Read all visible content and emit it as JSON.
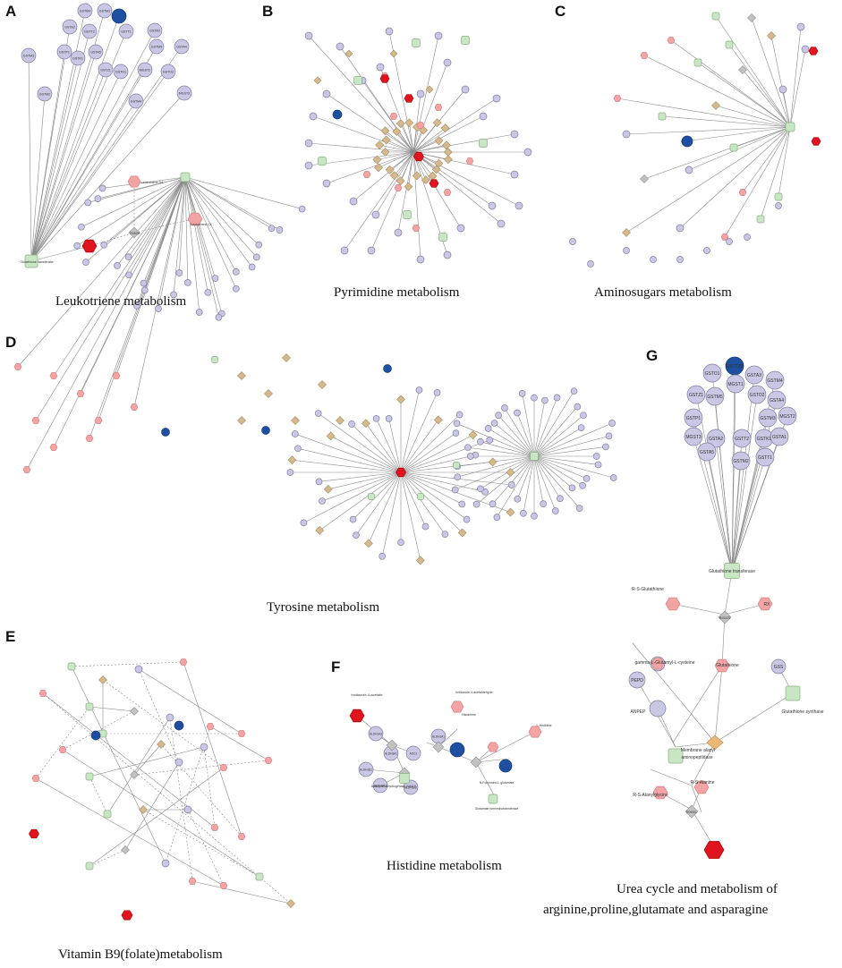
{
  "panels": [
    {
      "letter": "A",
      "caption": "Leukotriene metabolism"
    },
    {
      "letter": "B",
      "caption": "Pyrimidine metabolism"
    },
    {
      "letter": "C",
      "caption": "Aminosugars metabolism"
    },
    {
      "letter": "D",
      "caption": "Tyrosine metabolism"
    },
    {
      "letter": "E",
      "caption": "Vitamin B9(folate)metabolism"
    },
    {
      "letter": "F",
      "caption": "Histidine metabolism"
    },
    {
      "letter": "G",
      "caption_line1": "Urea cycle and metabolism of",
      "caption_line2": "arginine,proline,glutamate and asparagine"
    }
  ],
  "panel_g": {
    "genes": [
      "GSTO1",
      "GSTT2B",
      "GSTA3",
      "GSTM4",
      "GSTZ1",
      "GSTM5",
      "MGST1",
      "GSTO2",
      "GSTA4",
      "GSTP1",
      "GSTM3",
      "MGST2",
      "MGST3",
      "GSTA2",
      "GSTT2",
      "GSTK1",
      "GSTA1",
      "GSTA5",
      "GSTM2",
      "GSTT1"
    ],
    "enzymes": {
      "transferase": "Glutathione transferase",
      "synthase": "Glutathione synthase",
      "aminopeptidase_1": "Membrane alanyl",
      "aminopeptidase_2": "aminopeptidase"
    },
    "metabolites": {
      "r_s_glutathione": "R-S-Glutathione",
      "rx": "RX",
      "gamma": "gamma-L-Glutamyl-L-cysteine",
      "glutathione": "Glutathione",
      "r_s_alanine": "R-S-Alanine",
      "r_s_alanylglycine": "R-S-Alanylglycine"
    },
    "genes_lower": [
      "PEPD",
      "ANPEP",
      "GSS"
    ],
    "reactions": [
      "R00225",
      "R00894",
      "R04951"
    ]
  },
  "panel_f": {
    "metabolites": [
      "Imidazole-4-acetate",
      "Imidazole-4-acetaldehyde",
      "Histamine",
      "L-Histidine",
      "N-Formimino-L-glutamate"
    ],
    "genes": [
      "ALDH1A3",
      "ALDH3A1",
      "ALDH1B1",
      "ALDH3B1",
      "ALDH3A2",
      "ALDH1A1",
      "AOC1"
    ],
    "enzymes": [
      "Aldehyde dehydrogenase (NAD+)",
      "Histidine decarboxylase",
      "Glutamate formiminotransferase"
    ]
  },
  "panel_a": {
    "genes": [
      "GSTM4",
      "GSTM1",
      "GSTA1",
      "GSTA2",
      "GSTT2",
      "GSTT1",
      "GSTA3",
      "GSTM5",
      "GSTA4",
      "GSTP1",
      "GSTA5",
      "GSTM3",
      "GSTK1",
      "GSTZ1",
      "GSTO1",
      "MGST2",
      "GSTO2",
      "GSTM2",
      "MGST3"
    ],
    "metabolites": [
      "Leukotriene D4",
      "Leukotriene C4",
      "LTA4"
    ],
    "enzyme": "Glutathione transferase",
    "reaction": "R03059"
  },
  "colors": {
    "gene": "#c9c7e3",
    "gene_edge": "#7f7ea6",
    "hub_gene": "#1f4fa0",
    "metabolite": "#f2a3a3",
    "metabolite_key": "#e0141e",
    "enzyme": "#c9e6c4",
    "enzyme_edge": "#86b07e",
    "reaction": "#d5b98e",
    "reaction_gray": "#c2c2c2"
  },
  "node_legend": {
    "gene": "circle",
    "metabolite": "hexagon",
    "enzyme": "rounded-square",
    "reaction": "diamond"
  }
}
